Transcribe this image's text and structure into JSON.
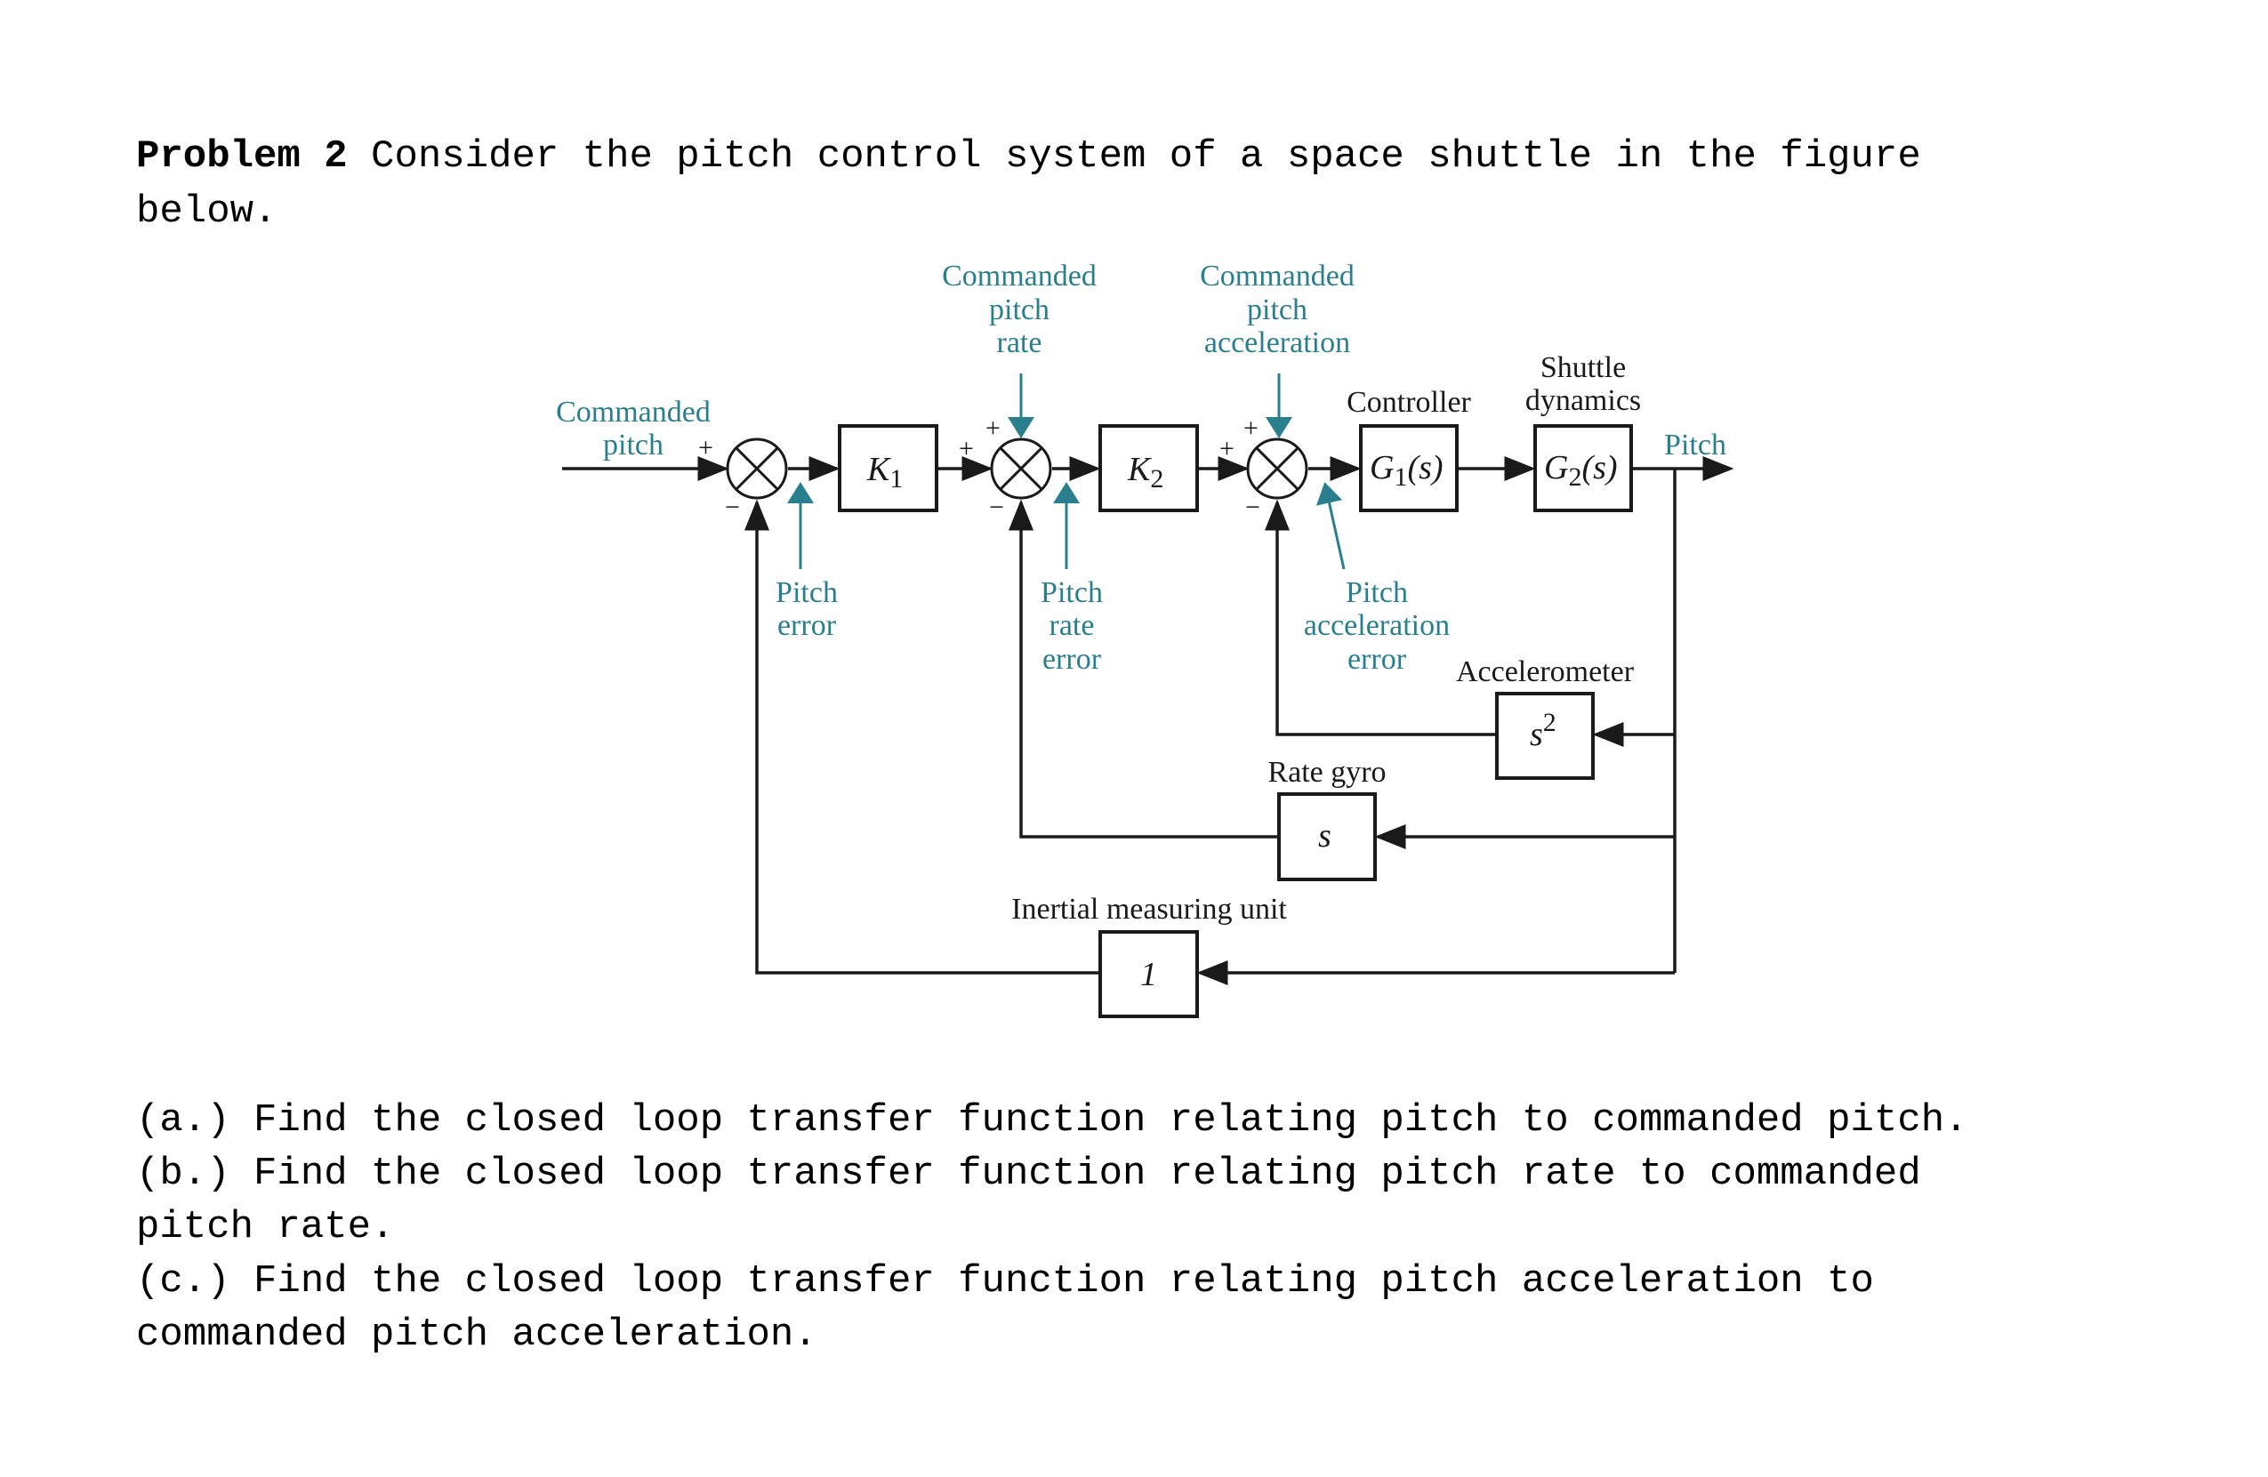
{
  "problem": {
    "label": "Problem 2",
    "intro_line1": " Consider the pitch control system of a space shuttle in the figure",
    "intro_line2": "below."
  },
  "diagram": {
    "inputs": {
      "commanded_pitch": [
        "Commanded",
        "pitch"
      ],
      "commanded_pitch_rate": [
        "Commanded",
        "pitch",
        "rate"
      ],
      "commanded_pitch_acceleration": [
        "Commanded",
        "pitch",
        "acceleration"
      ]
    },
    "errors": {
      "pitch_error": [
        "Pitch",
        "error"
      ],
      "pitch_rate_error": [
        "Pitch",
        "rate",
        "error"
      ],
      "pitch_acceleration_error": [
        "Pitch",
        "acceleration",
        "error"
      ]
    },
    "blocks": {
      "k1": {
        "main": "K",
        "sub": "1"
      },
      "k2": {
        "main": "K",
        "sub": "2"
      },
      "g1": {
        "main": "G",
        "sub": "1",
        "arg": "(s)",
        "caption": "Controller"
      },
      "g2": {
        "main": "G",
        "sub": "2",
        "arg": "(s)",
        "caption": [
          "Shuttle",
          "dynamics"
        ]
      },
      "accelerometer": {
        "main": "s",
        "sup": "2",
        "caption": "Accelerometer"
      },
      "rate_gyro": {
        "main": "s",
        "caption": "Rate gyro"
      },
      "imu": {
        "main": "1",
        "caption": "Inertial measuring unit"
      }
    },
    "output_label": "Pitch",
    "signs": {
      "plus": "+",
      "minus": "−"
    },
    "colors": {
      "annotation": "#2a7f8f",
      "lines": "#1a1a1a"
    }
  },
  "questions": {
    "a": "(a.) Find the closed loop transfer function relating pitch to commanded pitch.",
    "b_line1": "(b.) Find the closed loop transfer function relating pitch rate to commanded",
    "b_line2": "pitch rate.",
    "c_line1": "(c.) Find the closed loop transfer function relating pitch acceleration to",
    "c_line2": "commanded pitch acceleration."
  }
}
